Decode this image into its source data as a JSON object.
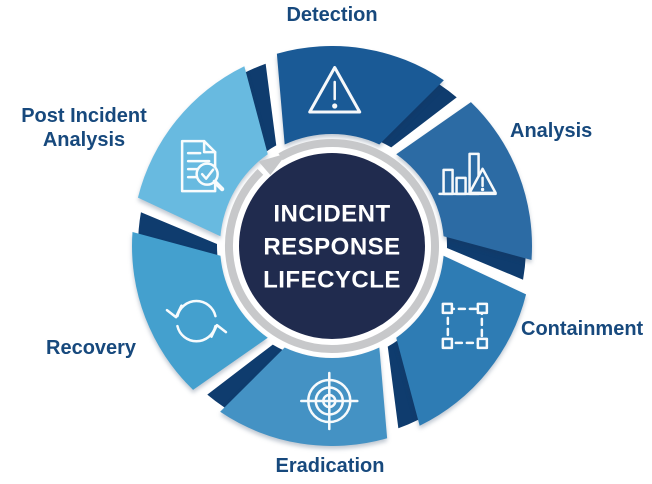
{
  "diagram": {
    "title_lines": [
      "INCIDENT",
      "RESPONSE",
      "LIFECYCLE"
    ],
    "segments": [
      {
        "label": "Detection",
        "icon": "warning-triangle-icon",
        "color": "#1a5a96"
      },
      {
        "label": "Analysis",
        "icon": "bar-chart-warning-icon",
        "color": "#2c6ba4"
      },
      {
        "label": "Containment",
        "icon": "dashed-selection-icon",
        "color": "#2e7cb4"
      },
      {
        "label": "Eradication",
        "icon": "target-icon",
        "color": "#4492c4"
      },
      {
        "label": "Recovery",
        "icon": "sync-arrows-icon",
        "color": "#44a0ce"
      },
      {
        "label": "Post Incident Analysis",
        "icon": "document-search-icon",
        "color": "#68bae0"
      }
    ],
    "colors": {
      "connector": "#0f3c6e",
      "center_circle": "#202b4e",
      "ring": "#c7c8ca",
      "label_text": "#17497d",
      "icon_stroke": "#ffffff",
      "title_text": "#ffffff",
      "background": "#ffffff"
    }
  }
}
